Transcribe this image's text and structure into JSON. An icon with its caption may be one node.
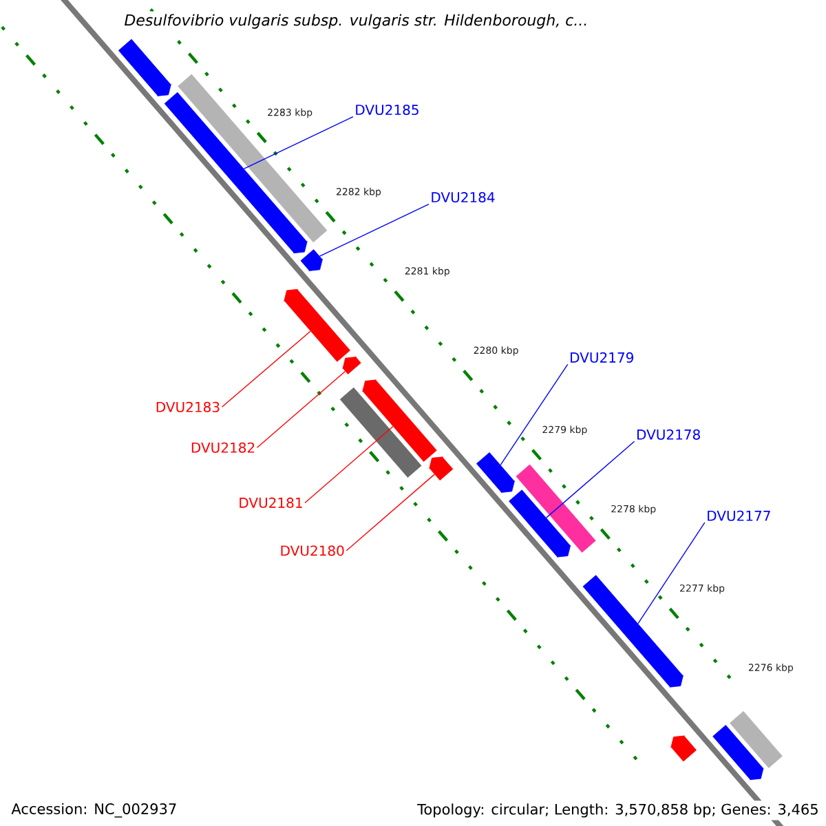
{
  "diagram": {
    "title": "Desulfovibrio vulgaris subsp. vulgaris str. Hildenborough, c...",
    "nodes": [
      {
        "text": [],
        "shape": "arrow"
      },
      {
        "text": [],
        "shape": "bar"
      },
      {
        "text": [],
        "shape": "arrow"
      },
      {
        "text": [],
        "shape": "arrow"
      },
      {
        "text": [],
        "shape": "arrow"
      },
      {
        "text": [],
        "shape": "arrow"
      },
      {
        "text": [],
        "shape": "bar"
      },
      {
        "text": [],
        "shape": "arrow"
      },
      {
        "text": [],
        "shape": "arrow"
      },
      {
        "text": [],
        "shape": "arrow"
      },
      {
        "text": [],
        "shape": "bar"
      },
      {
        "text": [],
        "shape": "arrow"
      },
      {
        "text": [],
        "shape": "arrow"
      },
      {
        "text": [],
        "shape": "arrow"
      },
      {
        "text": [],
        "shape": "arrow"
      },
      {
        "text": [],
        "shape": "bar"
      },
      {
        "text": [
          "DVU2185"
        ]
      },
      {
        "text": [
          "DVU2184"
        ]
      },
      {
        "text": [
          "DVU2183"
        ]
      },
      {
        "text": [
          "DVU2182"
        ]
      },
      {
        "text": [
          "DVU2181"
        ]
      },
      {
        "text": [
          "DVU2180"
        ]
      },
      {
        "text": [
          "DVU2179"
        ]
      },
      {
        "text": [
          "DVU2178"
        ]
      },
      {
        "text": [
          "DVU2177"
        ]
      }
    ],
    "edges": [
      {
        "from": 16,
        "to": 2,
        "arrow": "none"
      },
      {
        "from": 17,
        "to": 3,
        "arrow": "none"
      },
      {
        "from": 18,
        "to": 4,
        "arrow": "none",
        "color": "#ff0000"
      },
      {
        "from": 19,
        "to": 5,
        "arrow": "none",
        "color": "#ff0000"
      },
      {
        "from": 20,
        "to": 7,
        "arrow": "none",
        "color": "#ff0000"
      },
      {
        "from": 21,
        "to": 8,
        "arrow": "none",
        "color": "#ff0000"
      },
      {
        "from": 22,
        "to": 9,
        "arrow": "none"
      },
      {
        "from": 23,
        "to": 11,
        "arrow": "none"
      },
      {
        "from": 24,
        "to": 12,
        "arrow": "none"
      }
    ],
    "labels": [
      "2283 kbp",
      "2282 kbp",
      "2281 kbp",
      "2280 kbp",
      "2279 kbp",
      "2278 kbp",
      "2277 kbp",
      "2276 kbp",
      "Accession: NC_002937",
      "Topology: circular; Length: 3,570,858 bp; Genes: 3,465"
    ]
  }
}
